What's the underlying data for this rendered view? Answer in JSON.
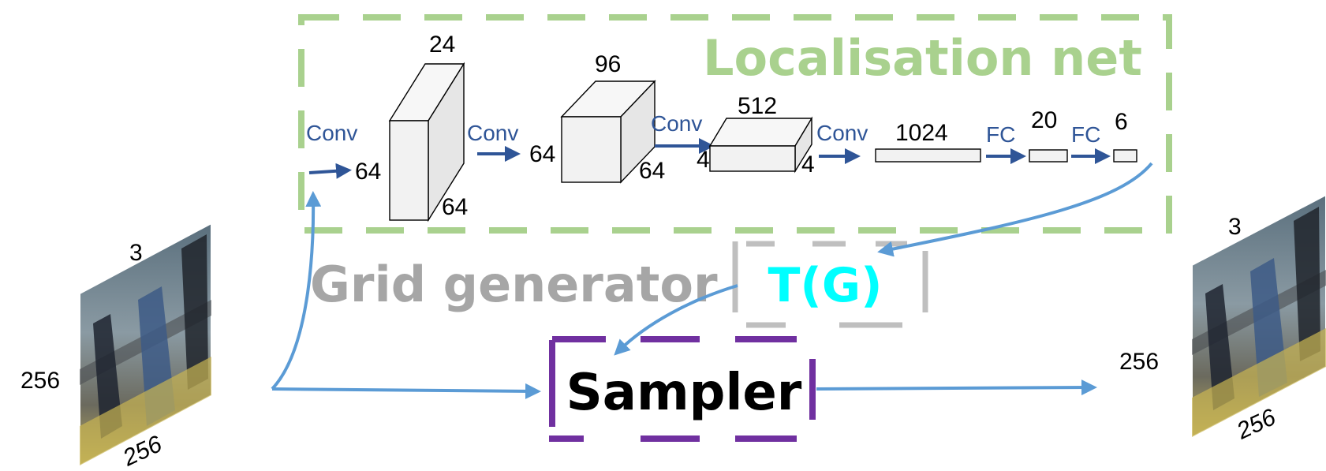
{
  "localisation_net": {
    "title": "Localisation net"
  },
  "grid_generator": {
    "title": "Grid generator",
    "transform": "T(G)"
  },
  "sampler": {
    "title": "Sampler"
  },
  "layers": {
    "conv1": {
      "op": "Conv",
      "depth": "24",
      "height": "64",
      "width": "64"
    },
    "conv2": {
      "op": "Conv",
      "depth": "96",
      "height": "64",
      "width": "64"
    },
    "conv3": {
      "op": "Conv",
      "depth": "512",
      "height": "4",
      "width": "4"
    },
    "conv4": {
      "op": "Conv"
    },
    "fc1": {
      "size": "1024",
      "op": "FC"
    },
    "fc2": {
      "size": "20",
      "op": "FC"
    },
    "fc3": {
      "size": "6"
    }
  },
  "input_image": {
    "channels": "3",
    "height": "256",
    "width": "256"
  },
  "output_image": {
    "channels": "3",
    "height": "256",
    "width": "256"
  },
  "colors": {
    "localisation": "#a9d18e",
    "grid": "#bfbfbf",
    "transform_text": "#00ffff",
    "sampler_border": "#7030a0",
    "flow_arrow": "#5b9bd5",
    "conv_arrow": "#2f5597"
  }
}
